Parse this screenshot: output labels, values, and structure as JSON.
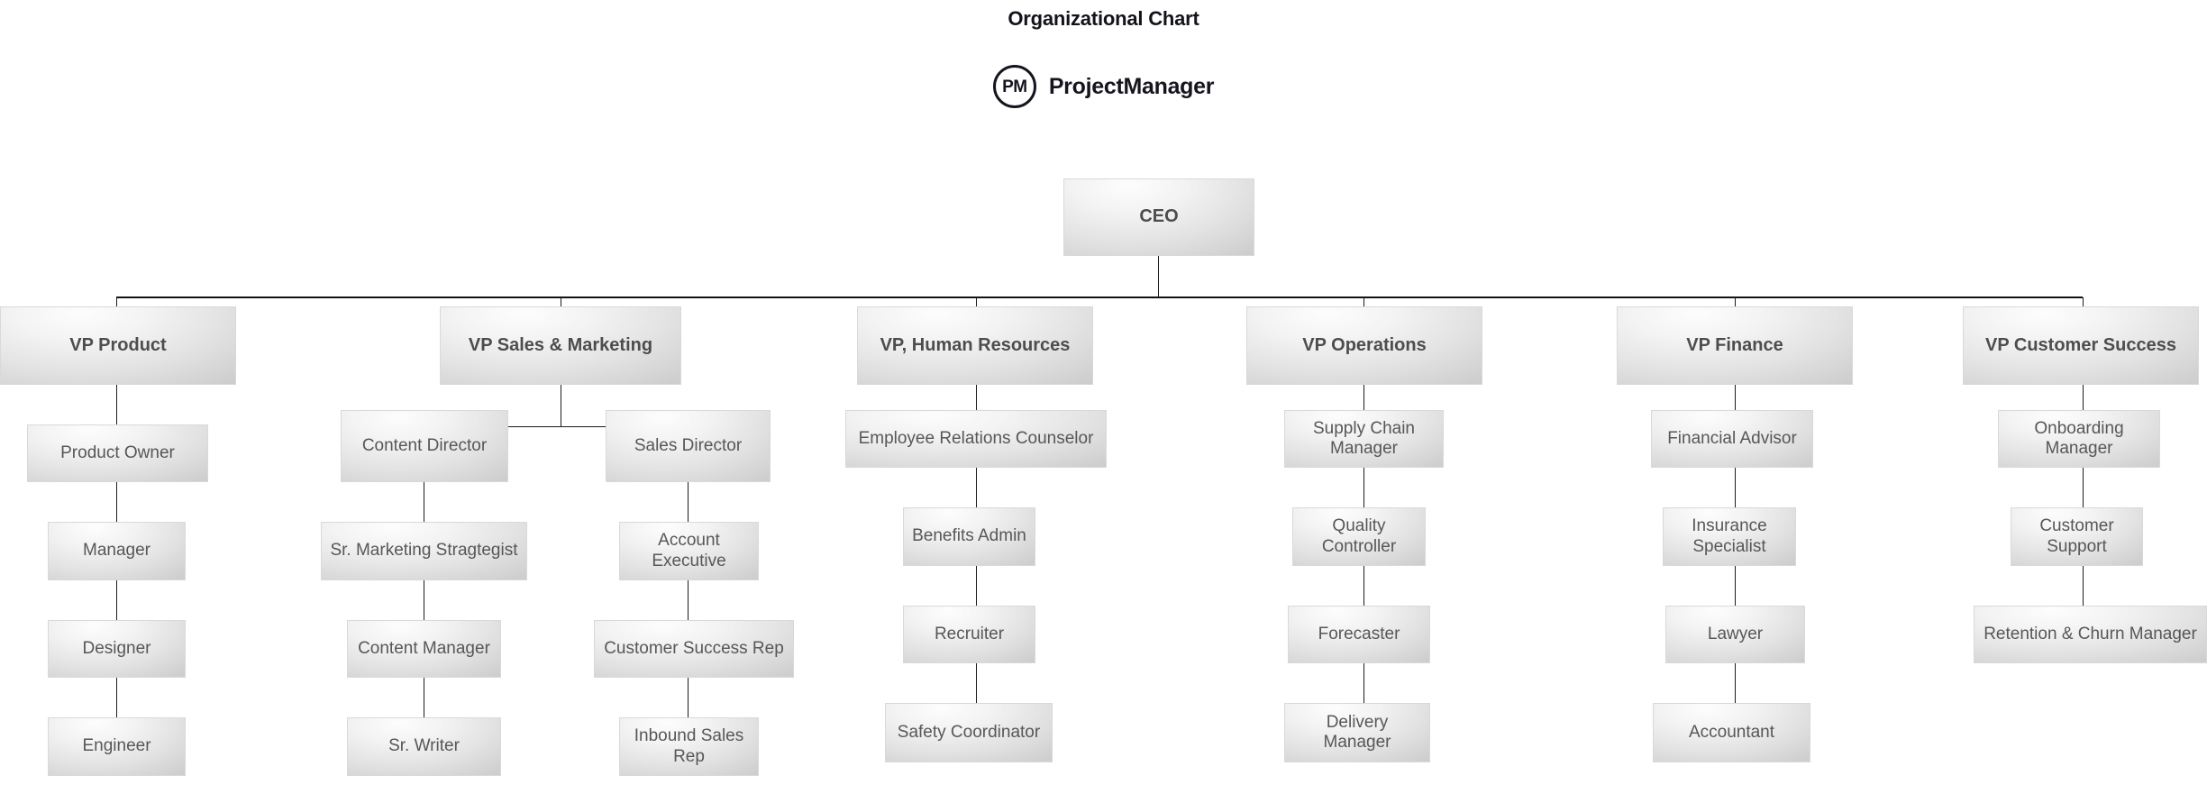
{
  "page": {
    "title": "Organizational Chart"
  },
  "brand": {
    "mark": "PM",
    "mark_icon": "project-manager-logo-icon",
    "name": "ProjectManager"
  },
  "colors": {
    "text_dark": "#13131a",
    "node_text": "#575757",
    "node_text_bold": "#4d4d4d",
    "connector": "#1c1c1c",
    "node_border": "#d9d9d9",
    "node_fill_light": "#fdfdfd",
    "node_fill_dark": "#c4c4c4",
    "background": "#ffffff"
  },
  "chart_data": {
    "type": "diagram",
    "diagram_type": "organizational-chart",
    "title": "Organizational Chart",
    "root": "CEO",
    "node_count": 31,
    "depth": 6,
    "nodes": {
      "ceo": "CEO",
      "vp_product": "VP Product",
      "product_owner": "Product Owner",
      "product_manager": "Manager",
      "product_designer": "Designer",
      "product_engineer": "Engineer",
      "vp_sales_marketing": "VP Sales & Marketing",
      "content_director": "Content Director",
      "sr_marketing_stragtegist": "Sr. Marketing Stragtegist",
      "content_manager": "Content Manager",
      "sr_writer": "Sr. Writer",
      "sales_director": "Sales Director",
      "account_executive": "Account Executive",
      "customer_success_rep": "Customer Success Rep",
      "inbound_sales_rep": "Inbound Sales Rep",
      "vp_hr": "VP, Human Resources",
      "employee_relations_counselor": "Employee Relations Counselor",
      "benefits_admin": "Benefits Admin",
      "recruiter": "Recruiter",
      "safety_coordinator": "Safety Coordinator",
      "vp_operations": "VP Operations",
      "supply_chain_manager": "Supply Chain Manager",
      "quality_controller": "Quality Controller",
      "forecaster": "Forecaster",
      "delivery_manager": "Delivery Manager",
      "vp_finance": "VP Finance",
      "financial_advisor": "Financial Advisor",
      "insurance_specialist": "Insurance Specialist",
      "lawyer": "Lawyer",
      "accountant": "Accountant",
      "vp_customer_success": "VP Customer Success",
      "onboarding_manager": "Onboarding Manager",
      "customer_support": "Customer Support",
      "retention_churn_manager": "Retention & Churn Manager"
    },
    "edges": [
      [
        "ceo",
        "vp_product"
      ],
      [
        "ceo",
        "vp_sales_marketing"
      ],
      [
        "ceo",
        "vp_hr"
      ],
      [
        "ceo",
        "vp_operations"
      ],
      [
        "ceo",
        "vp_finance"
      ],
      [
        "ceo",
        "vp_customer_success"
      ],
      [
        "vp_product",
        "product_owner"
      ],
      [
        "product_owner",
        "product_manager"
      ],
      [
        "product_manager",
        "product_designer"
      ],
      [
        "product_designer",
        "product_engineer"
      ],
      [
        "vp_sales_marketing",
        "content_director"
      ],
      [
        "vp_sales_marketing",
        "sales_director"
      ],
      [
        "content_director",
        "sr_marketing_stragtegist"
      ],
      [
        "sr_marketing_stragtegist",
        "content_manager"
      ],
      [
        "content_manager",
        "sr_writer"
      ],
      [
        "sales_director",
        "account_executive"
      ],
      [
        "account_executive",
        "customer_success_rep"
      ],
      [
        "customer_success_rep",
        "inbound_sales_rep"
      ],
      [
        "vp_hr",
        "employee_relations_counselor"
      ],
      [
        "employee_relations_counselor",
        "benefits_admin"
      ],
      [
        "benefits_admin",
        "recruiter"
      ],
      [
        "recruiter",
        "safety_coordinator"
      ],
      [
        "vp_operations",
        "supply_chain_manager"
      ],
      [
        "supply_chain_manager",
        "quality_controller"
      ],
      [
        "quality_controller",
        "forecaster"
      ],
      [
        "forecaster",
        "delivery_manager"
      ],
      [
        "vp_finance",
        "financial_advisor"
      ],
      [
        "financial_advisor",
        "insurance_specialist"
      ],
      [
        "insurance_specialist",
        "lawyer"
      ],
      [
        "lawyer",
        "accountant"
      ],
      [
        "vp_customer_success",
        "onboarding_manager"
      ],
      [
        "onboarding_manager",
        "customer_support"
      ],
      [
        "customer_support",
        "retention_churn_manager"
      ]
    ],
    "branches": [
      {
        "head": "VP Product",
        "chain": [
          "Product Owner",
          "Manager",
          "Designer",
          "Engineer"
        ]
      },
      {
        "head": "VP Sales & Marketing",
        "sub_branches": [
          {
            "head": "Content Director",
            "chain": [
              "Sr. Marketing Stragtegist",
              "Content Manager",
              "Sr. Writer"
            ]
          },
          {
            "head": "Sales Director",
            "chain": [
              "Account Executive",
              "Customer Success Rep",
              "Inbound Sales Rep"
            ]
          }
        ]
      },
      {
        "head": "VP, Human Resources",
        "chain": [
          "Employee Relations Counselor",
          "Benefits Admin",
          "Recruiter",
          "Safety Coordinator"
        ]
      },
      {
        "head": "VP Operations",
        "chain": [
          "Supply Chain Manager",
          "Quality Controller",
          "Forecaster",
          "Delivery Manager"
        ]
      },
      {
        "head": "VP Finance",
        "chain": [
          "Financial Advisor",
          "Insurance Specialist",
          "Lawyer",
          "Accountant"
        ]
      },
      {
        "head": "VP Customer Success",
        "chain": [
          "Onboarding Manager",
          "Customer Support",
          "Retention & Churn Manager"
        ]
      }
    ]
  }
}
